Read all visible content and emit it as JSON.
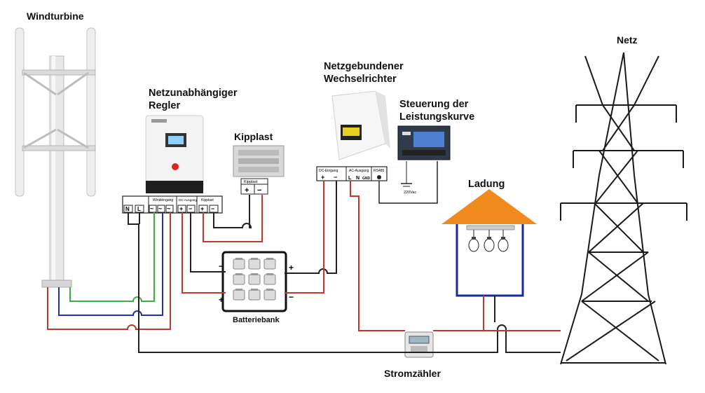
{
  "labels": {
    "wind_turbine": "Windturbine",
    "offgrid_controller_line1": "Netzunabhängiger",
    "offgrid_controller_line2": "Regler",
    "dump_load": "Kipplast",
    "inverter_line1": "Netzgebundener",
    "inverter_line2": "Wechselrichter",
    "power_curve_line1": "Steuerung der",
    "power_curve_line2": "Leistungskurve",
    "grid": "Netz",
    "load": "Ladung",
    "battery_bank": "Batteriebank",
    "meter": "Stromzähler"
  },
  "terminals": {
    "controller_wind_input": "Windeingang",
    "controller_dc_output": "DC-Ausgang",
    "controller_dump": "Kipplast",
    "controller_n": "N",
    "controller_l": "L",
    "dump_plus": "+",
    "dump_minus": "−",
    "inverter_dc_input": "DC-Eingang",
    "inverter_ac_output": "AC-Ausgang",
    "inverter_rs485": "RS485",
    "inverter_l": "L",
    "inverter_n": "N",
    "inverter_gnd": "GND",
    "voltage_note": "220Vac",
    "battery_plus": "+",
    "battery_minus": "−"
  },
  "colors": {
    "red_wire": "#c0392b",
    "black_wire": "#222222",
    "green_wire": "#3cb043",
    "blue_wire": "#2233aa",
    "house_roof": "#f08a1c",
    "house_wall": "#1a2a9a"
  }
}
